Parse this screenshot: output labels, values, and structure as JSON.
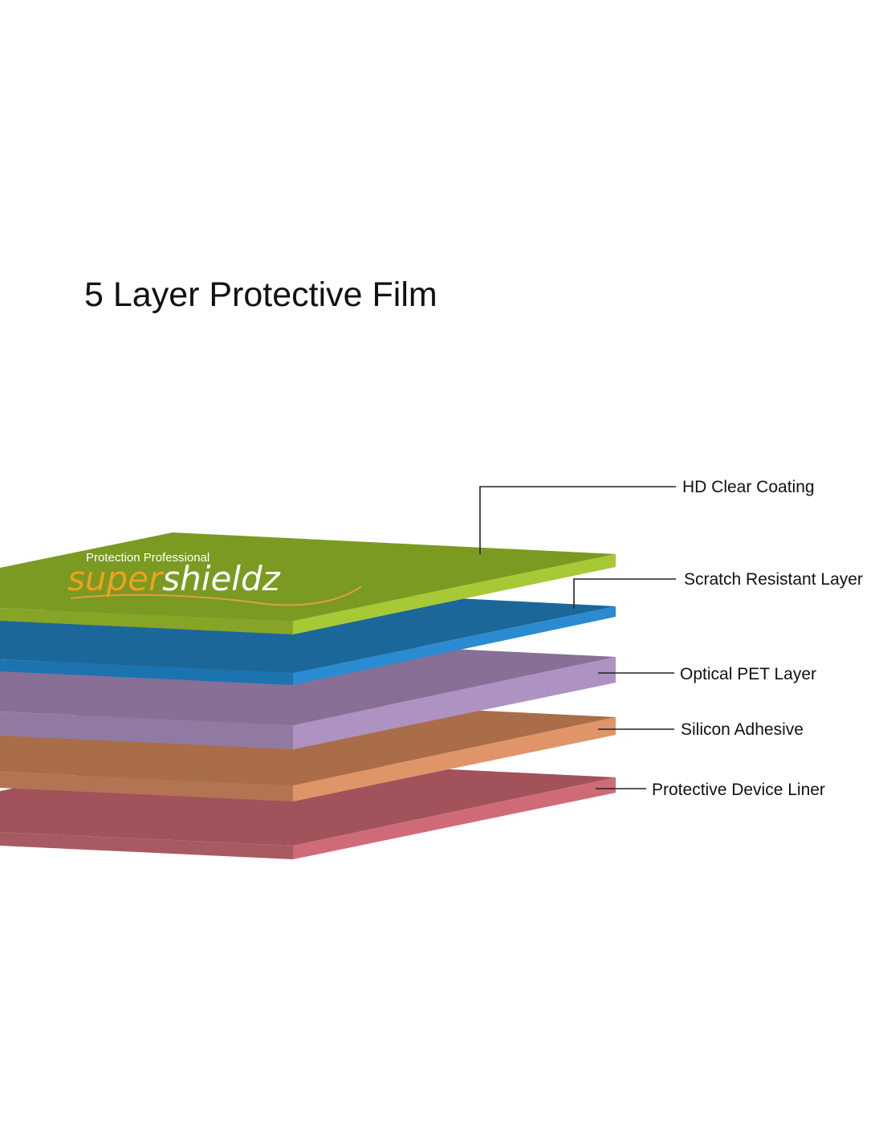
{
  "title": "5 Layer Protective Film",
  "logo": {
    "tagline": "Protection Professional",
    "brand_part1": "super",
    "brand_part2": "shieldz"
  },
  "layers": [
    {
      "label": "HD Clear Coating",
      "colors": {
        "top": "#7b9a22",
        "side": "#86a526",
        "edge": "#a7c936"
      }
    },
    {
      "label": "Scratch Resistant Layer",
      "colors": {
        "top": "#1c679a",
        "side": "#1b74b0",
        "edge": "#2a8bd0"
      }
    },
    {
      "label": "Optical PET Layer",
      "colors": {
        "top": "#876f96",
        "side": "#917aa2",
        "edge": "#ad92c2"
      }
    },
    {
      "label": "Silicon Adhesive",
      "colors": {
        "top": "#a96e49",
        "side": "#b27452",
        "edge": "#df9568"
      }
    },
    {
      "label": "Protective Device Liner",
      "colors": {
        "top": "#a2525b",
        "side": "#a85a62",
        "edge": "#cf6b77"
      }
    }
  ]
}
